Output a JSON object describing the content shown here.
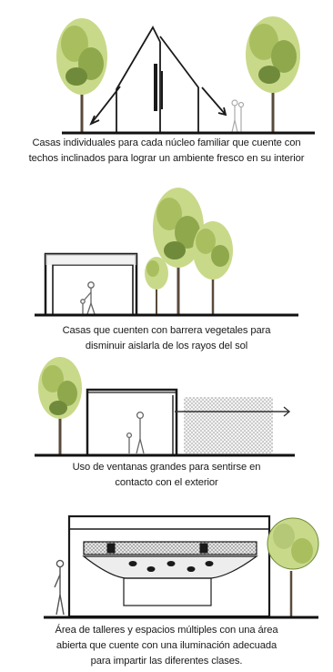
{
  "panels": [
    {
      "id": "sloped-roof-houses",
      "caption_lines": [
        "Casas individuales  para cada núcleo familiar que cuente con",
        "techos inclinados  para lograr un  ambiente fresco en su interior"
      ],
      "icons": [
        "tree-icon",
        "house-sloped-roof-icon",
        "person-icon"
      ]
    },
    {
      "id": "vegetal-barrier-houses",
      "caption_lines": [
        "Casas que cuenten con barrera vegetales para",
        "disminuir  aislarla  de los rayos del sol"
      ],
      "icons": [
        "house-box-icon",
        "person-icon",
        "tree-icon"
      ]
    },
    {
      "id": "large-windows",
      "caption_lines": [
        "Uso de ventanas grandes para sentirse en",
        "contacto con el exterior"
      ],
      "icons": [
        "tree-icon",
        "house-open-icon",
        "person-icon",
        "arrow-right-icon"
      ]
    },
    {
      "id": "workshop-area",
      "caption_lines": [
        "Área de talleres y espacios múltiples con una área",
        "abierta que cuente con una iluminación  adecuada",
        "para impartir las diferentes clases."
      ],
      "icons": [
        "workshop-building-icon",
        "person-icon",
        "tree-icon"
      ]
    }
  ],
  "colors": {
    "foliage_light": "#c9d98a",
    "foliage_mid": "#a9bf5f",
    "foliage_dark": "#6f8a3a",
    "trunk": "#5a4a3a",
    "ink": "#1a1a1a",
    "hatch": "#9a9a9a"
  }
}
